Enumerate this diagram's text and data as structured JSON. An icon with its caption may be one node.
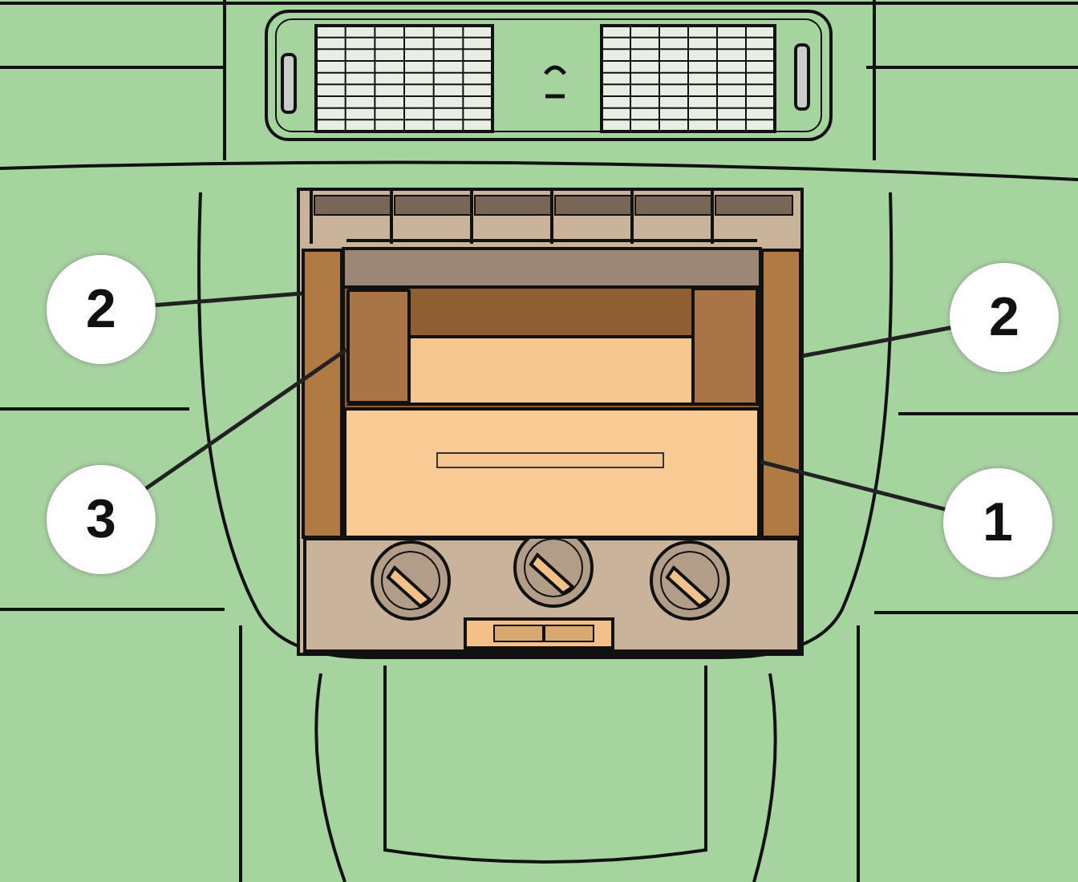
{
  "diagram": {
    "nodes": [
      {
        "text": [
          "2"
        ]
      },
      {
        "text": [],
        "shape": "bar"
      },
      {
        "text": [
          "2"
        ]
      },
      {
        "text": [],
        "shape": "bar"
      },
      {
        "text": [
          "3"
        ]
      },
      {
        "text": [],
        "shape": "box"
      },
      {
        "text": [
          "1"
        ]
      },
      {
        "text": [],
        "shape": "box"
      }
    ],
    "edges": [
      {
        "from": 0,
        "to": 1,
        "arrow": "none"
      },
      {
        "from": 2,
        "to": 3,
        "arrow": "none"
      },
      {
        "from": 4,
        "to": 5,
        "arrow": "none"
      },
      {
        "from": 6,
        "to": 7,
        "arrow": "none"
      }
    ]
  }
}
